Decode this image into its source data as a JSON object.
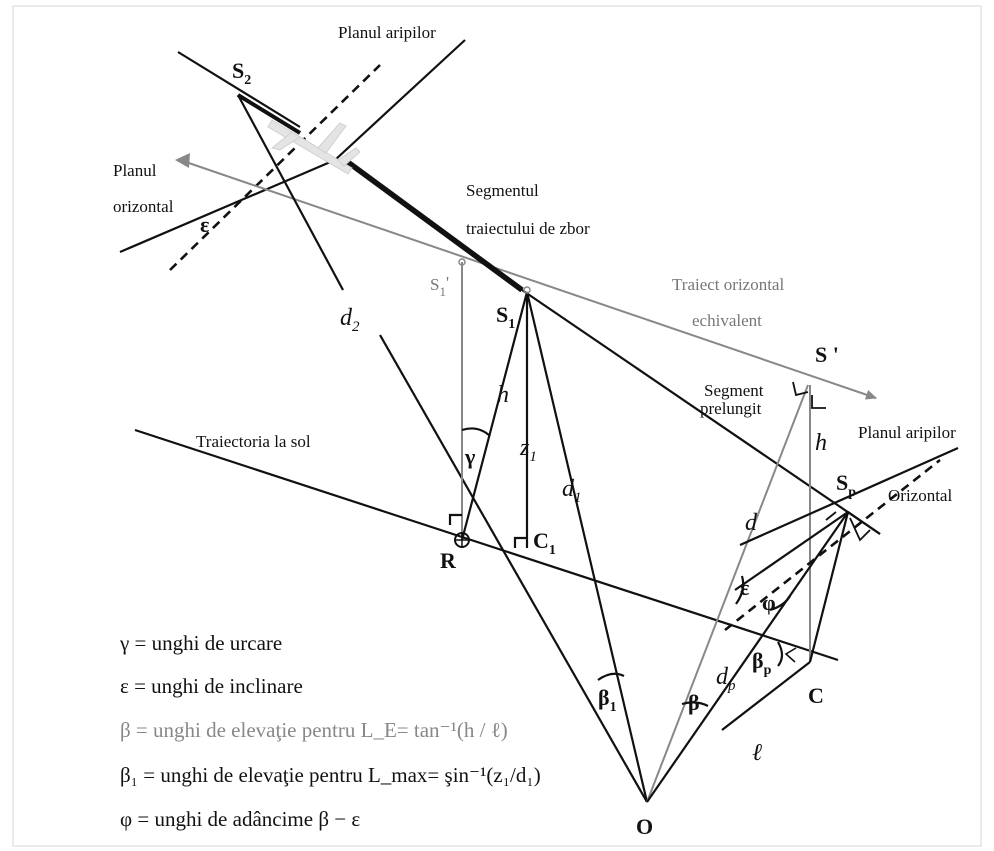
{
  "labels": {
    "s2": "S",
    "s2_sub": "2",
    "planul_aripilor_top": "Planul aripilor",
    "planul_orizontal_1": "Planul",
    "planul_orizontal_2": "orizontal",
    "epsilon_left": "ε",
    "segmentul_1": "Segmentul",
    "segmentul_2": "traiectului de zbor",
    "s1p": "S",
    "s1p_sub": "1",
    "s1p_prime": "'",
    "s1": "S",
    "s1_sub": "1",
    "d2": "d",
    "d2_sub": "2",
    "h_left": "h",
    "gamma": "γ",
    "z1": "z",
    "z1_sub": "1",
    "d1": "d",
    "d1_sub": "1",
    "traiectoria_la_sol": "Traiectoria la sol",
    "r": "R",
    "c1": "C",
    "c1_sub": "1",
    "traiect_orizontal_1": "Traiect orizontal",
    "traiect_orizontal_2": "echivalent",
    "s_prime": "S '",
    "segment_1": "Segment",
    "segment_2": "prelungit",
    "planul_aripilor_right": "Planul aripilor",
    "orizontal_right": "Orizontal",
    "sp": "S",
    "sp_sub": "p",
    "h_right": "h",
    "d_center": "d",
    "epsilon_right": "ε",
    "phi": "φ",
    "dp": "d",
    "dp_sub": "p",
    "beta_p": "β",
    "beta_p_sub": "p",
    "c": "C",
    "beta_1": "β",
    "beta_1_sub": "1",
    "beta": "β",
    "ell": "ℓ",
    "o": "O"
  },
  "legend": [
    {
      "text": "γ = unghi de urcare",
      "color": "#111111"
    },
    {
      "text": "ε = unghi de inclinare",
      "color": "#111111"
    },
    {
      "text": "β = unghi de elevaţie pentru L_E= tan⁻¹(h / ℓ)",
      "color": "#888888"
    },
    {
      "text": "β₁ = unghi de elevaţie pentru L_max= şin⁻¹(z₁/d₁)",
      "color": "#111111"
    },
    {
      "text": "φ = unghi de adâncime β − ε",
      "color": "#111111"
    }
  ],
  "colors": {
    "ink": "#111111",
    "gray_construction": "#888888",
    "plane_silhouette": "#e6e6e6"
  },
  "icons": {
    "aircraft": "aircraft-silhouette-icon",
    "right_angle": "right-angle-marker-icon",
    "arrowhead": "arrowhead-icon"
  }
}
